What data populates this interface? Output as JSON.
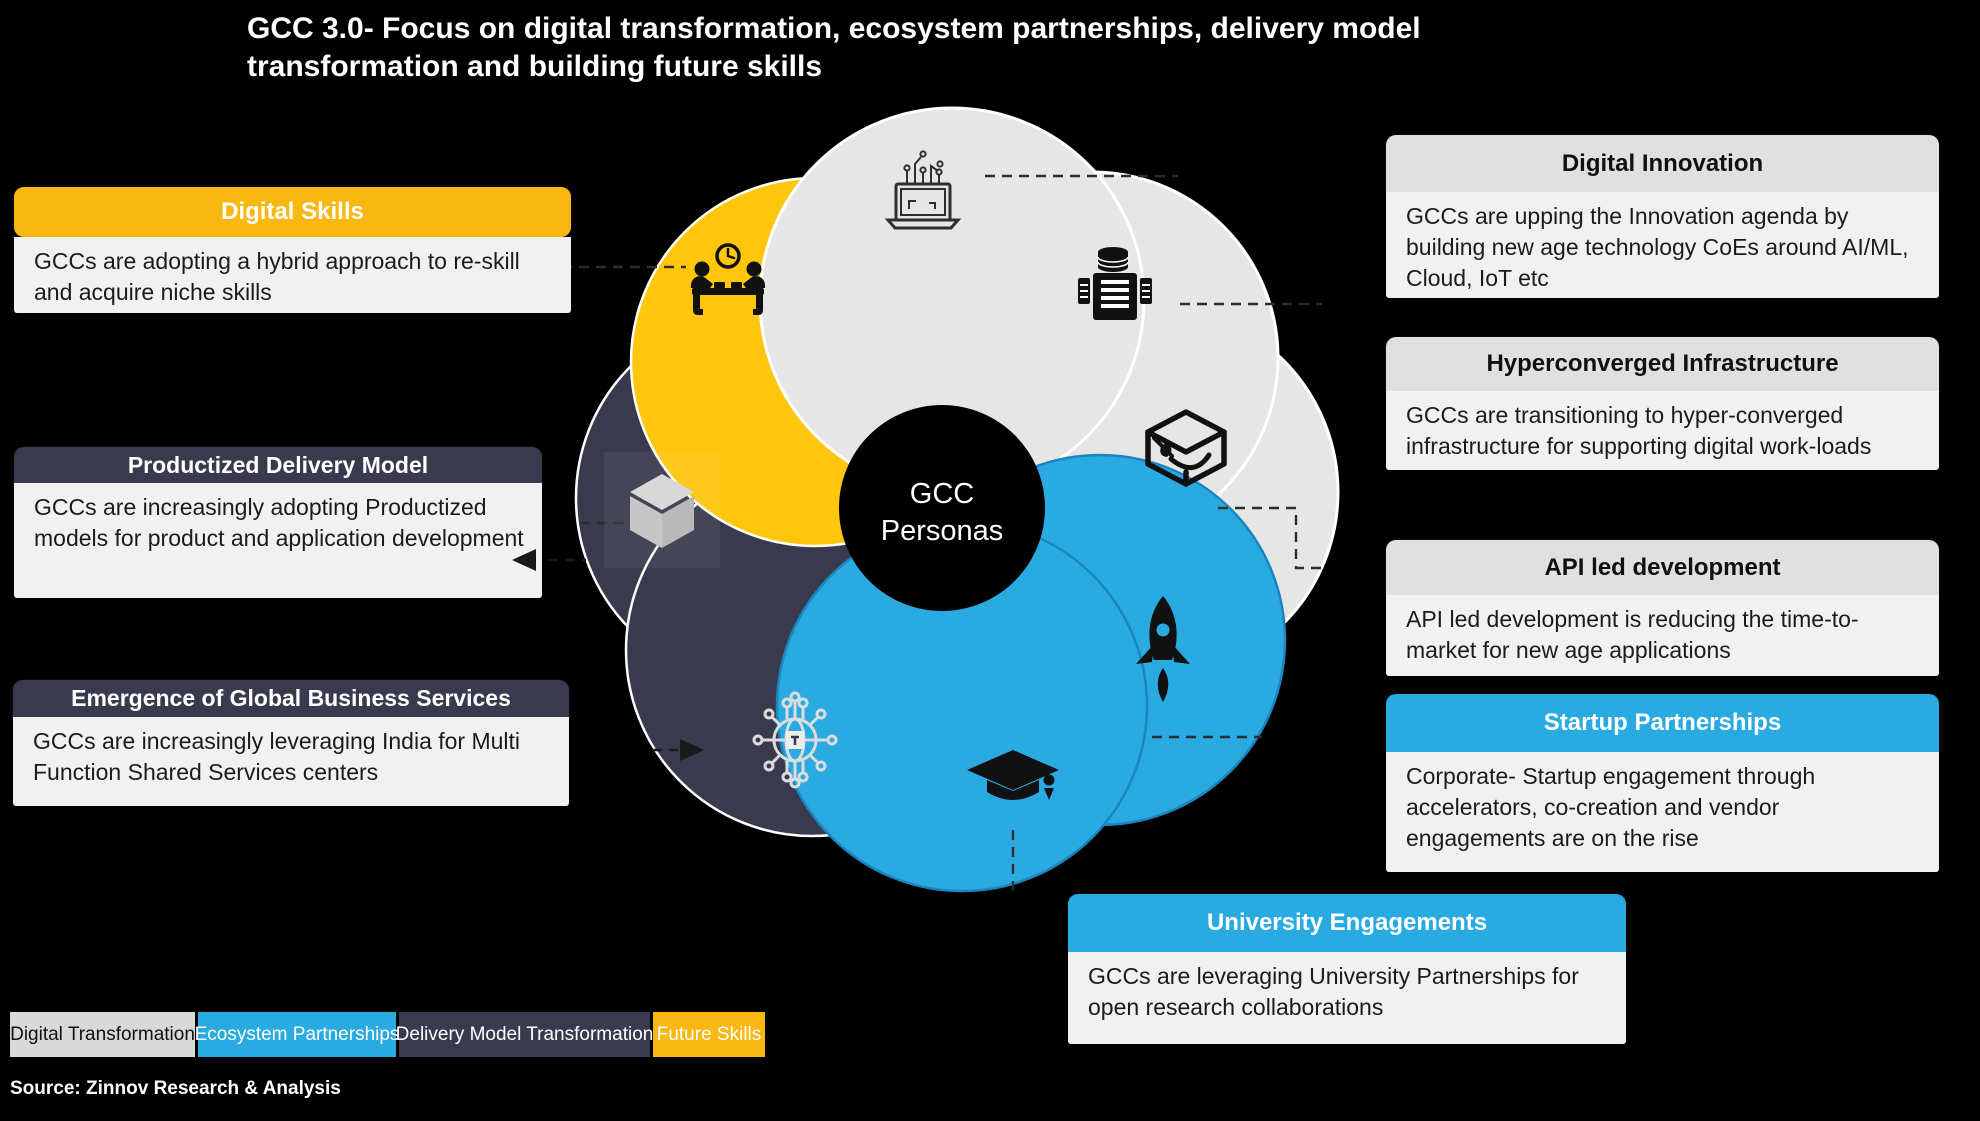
{
  "colors": {
    "background": "#000000",
    "yellow_header": "#F9B712",
    "yellow_petal": "#FFC60D",
    "blue": "#29ABE2",
    "blue_edge": "#1B85BF",
    "navy": "#3A3A4E",
    "petal_gray": "#E6E6E6",
    "header_gray": "#E0E0E0",
    "body_bg": "#F1F1F1",
    "legend_gray": "#D9D9D9",
    "text_dark": "#1B1B1B"
  },
  "title": {
    "line1": "GCC 3.0- Focus on digital transformation, ecosystem partnerships, delivery model",
    "line2": "transformation and building future skills"
  },
  "diagram": {
    "center": {
      "line1": "GCC",
      "line2": "Personas"
    },
    "petals": [
      {
        "id": "digital-innovation",
        "icon": "laptop-circuit-icon",
        "color": "petal_gray",
        "category": "Digital Transformation"
      },
      {
        "id": "hyperconverged-infrastructure",
        "icon": "server-stack-icon",
        "color": "petal_gray",
        "category": "Digital Transformation"
      },
      {
        "id": "api-led-development",
        "icon": "box-plug-icon",
        "color": "petal_gray",
        "category": "Digital Transformation"
      },
      {
        "id": "startup-partnerships",
        "icon": "rocket-icon",
        "color": "blue",
        "category": "Ecosystem Partnerships"
      },
      {
        "id": "university-engagements",
        "icon": "graduation-cap-icon",
        "color": "blue",
        "category": "Ecosystem Partnerships"
      },
      {
        "id": "emergence-gbs",
        "icon": "global-network-chip-icon",
        "color": "navy",
        "category": "Delivery Model Transformation"
      },
      {
        "id": "productized-delivery-model",
        "icon": "cube-icon",
        "color": "navy",
        "category": "Delivery Model Transformation"
      },
      {
        "id": "digital-skills",
        "icon": "meeting-clock-icon",
        "color": "yellow_petal",
        "category": "Future Skills"
      }
    ]
  },
  "callouts": {
    "left": [
      {
        "id": "digital-skills",
        "title": "Digital Skills",
        "body": "GCCs are adopting a hybrid approach to re-skill and acquire niche skills"
      },
      {
        "id": "productized-delivery-model",
        "title": "Productized Delivery Model",
        "body": "GCCs are increasingly adopting Productized models for product and application development"
      },
      {
        "id": "emergence-gbs",
        "title": "Emergence of Global Business Services",
        "body": "GCCs are increasingly leveraging India for Multi Function Shared Services centers"
      }
    ],
    "right": [
      {
        "id": "digital-innovation",
        "title": "Digital Innovation",
        "body": "GCCs are upping the Innovation agenda by building new age technology CoEs around AI/ML, Cloud, IoT etc"
      },
      {
        "id": "hyperconverged-infrastructure",
        "title": "Hyperconverged Infrastructure",
        "body": "GCCs are transitioning to hyper-converged infrastructure for supporting digital work-loads"
      },
      {
        "id": "api-led-development",
        "title": "API led development",
        "body": "API led development is reducing the time-to-market for new age applications"
      },
      {
        "id": "startup-partnerships",
        "title": "Startup Partnerships",
        "body": "Corporate- Startup engagement through accelerators, co-creation and vendor engagements are on the rise"
      }
    ],
    "bottom": [
      {
        "id": "university-engagements",
        "title": "University Engagements",
        "body": "GCCs are leveraging University Partnerships for open research collaborations"
      }
    ]
  },
  "legend": {
    "items": [
      {
        "label": "Digital Transformation",
        "color": "#D9D9D9",
        "text_color": "#111111"
      },
      {
        "label": "Ecosystem Partnerships",
        "color": "#29ABE2",
        "text_color": "#FFFFFF"
      },
      {
        "label": "Delivery Model Transformation",
        "color": "#3A3A4E",
        "text_color": "#FFFFFF"
      },
      {
        "label": "Future Skills",
        "color": "#F9B712",
        "text_color": "#FFFFFF"
      }
    ]
  },
  "source": "Source: Zinnov Research & Analysis"
}
